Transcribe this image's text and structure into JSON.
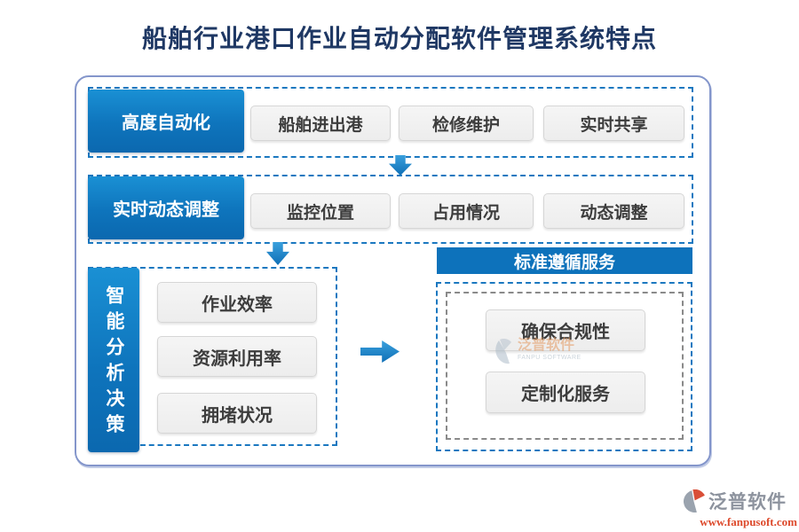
{
  "title": "船舶行业港口作业自动分配软件管理系统特点",
  "rows": [
    {
      "label": "高度自动化",
      "items": [
        "船舶进出港",
        "检修维护",
        "实时共享"
      ]
    },
    {
      "label": "实时动态调整",
      "items": [
        "监控位置",
        "占用情况",
        "动态调整"
      ]
    }
  ],
  "analysis_block": {
    "label": "智能分析决策",
    "items": [
      "作业效率",
      "资源利用率",
      "拥堵状况"
    ]
  },
  "standards_block": {
    "header": "标准遵循服务",
    "items": [
      "确保合规性",
      "定制化服务"
    ]
  },
  "watermark": {
    "brand": "泛普软件",
    "subtitle": "FANPU SOFTWARE"
  },
  "footer_logo": {
    "brand": "泛普软件",
    "website": "www.fanpusoft.com"
  },
  "colors": {
    "title_navy": "#1f3864",
    "accent_blue": "#0d72bb",
    "dashed_blue": "#1b78c0",
    "container_border": "#8496cb",
    "chip_text": "#3d3d3d",
    "url_orange": "#dd4a2c"
  }
}
